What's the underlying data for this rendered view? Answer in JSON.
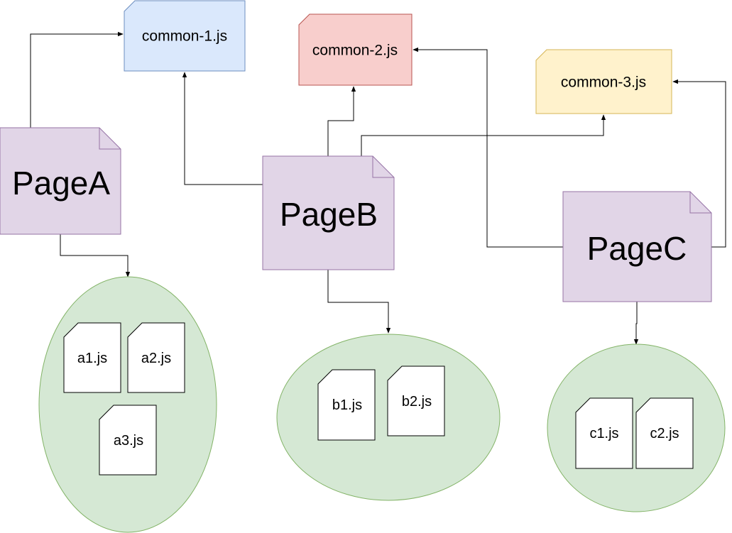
{
  "colors": {
    "page_fill": "#e1d5e7",
    "page_stroke": "#9673a6",
    "group_fill": "#d5e8d4",
    "group_stroke": "#82b366",
    "file_fill": "#ffffff",
    "file_stroke": "#000000",
    "edge": "#000000"
  },
  "common_files": [
    {
      "id": "common1",
      "label": "common-1.js",
      "fill": "#dae8fc",
      "stroke": "#6c8ebf"
    },
    {
      "id": "common2",
      "label": "common-2.js",
      "fill": "#f8cecc",
      "stroke": "#b85450"
    },
    {
      "id": "common3",
      "label": "common-3.js",
      "fill": "#fff2cc",
      "stroke": "#d6b656"
    }
  ],
  "pages": [
    {
      "id": "pageA",
      "label": "PageA"
    },
    {
      "id": "pageB",
      "label": "PageB"
    },
    {
      "id": "pageC",
      "label": "PageC"
    }
  ],
  "groups": [
    {
      "id": "groupA",
      "files": [
        "a1.js",
        "a2.js",
        "a3.js"
      ]
    },
    {
      "id": "groupB",
      "files": [
        "b1.js",
        "b2.js"
      ]
    },
    {
      "id": "groupC",
      "files": [
        "c1.js",
        "c2.js"
      ]
    }
  ],
  "edges": [
    {
      "from": "pageA",
      "to": "common1"
    },
    {
      "from": "pageA",
      "to": "groupA"
    },
    {
      "from": "pageB",
      "to": "common1"
    },
    {
      "from": "pageB",
      "to": "common2"
    },
    {
      "from": "pageB",
      "to": "common3"
    },
    {
      "from": "pageB",
      "to": "groupB"
    },
    {
      "from": "pageC",
      "to": "common2"
    },
    {
      "from": "pageC",
      "to": "common3"
    },
    {
      "from": "pageC",
      "to": "groupC"
    }
  ]
}
